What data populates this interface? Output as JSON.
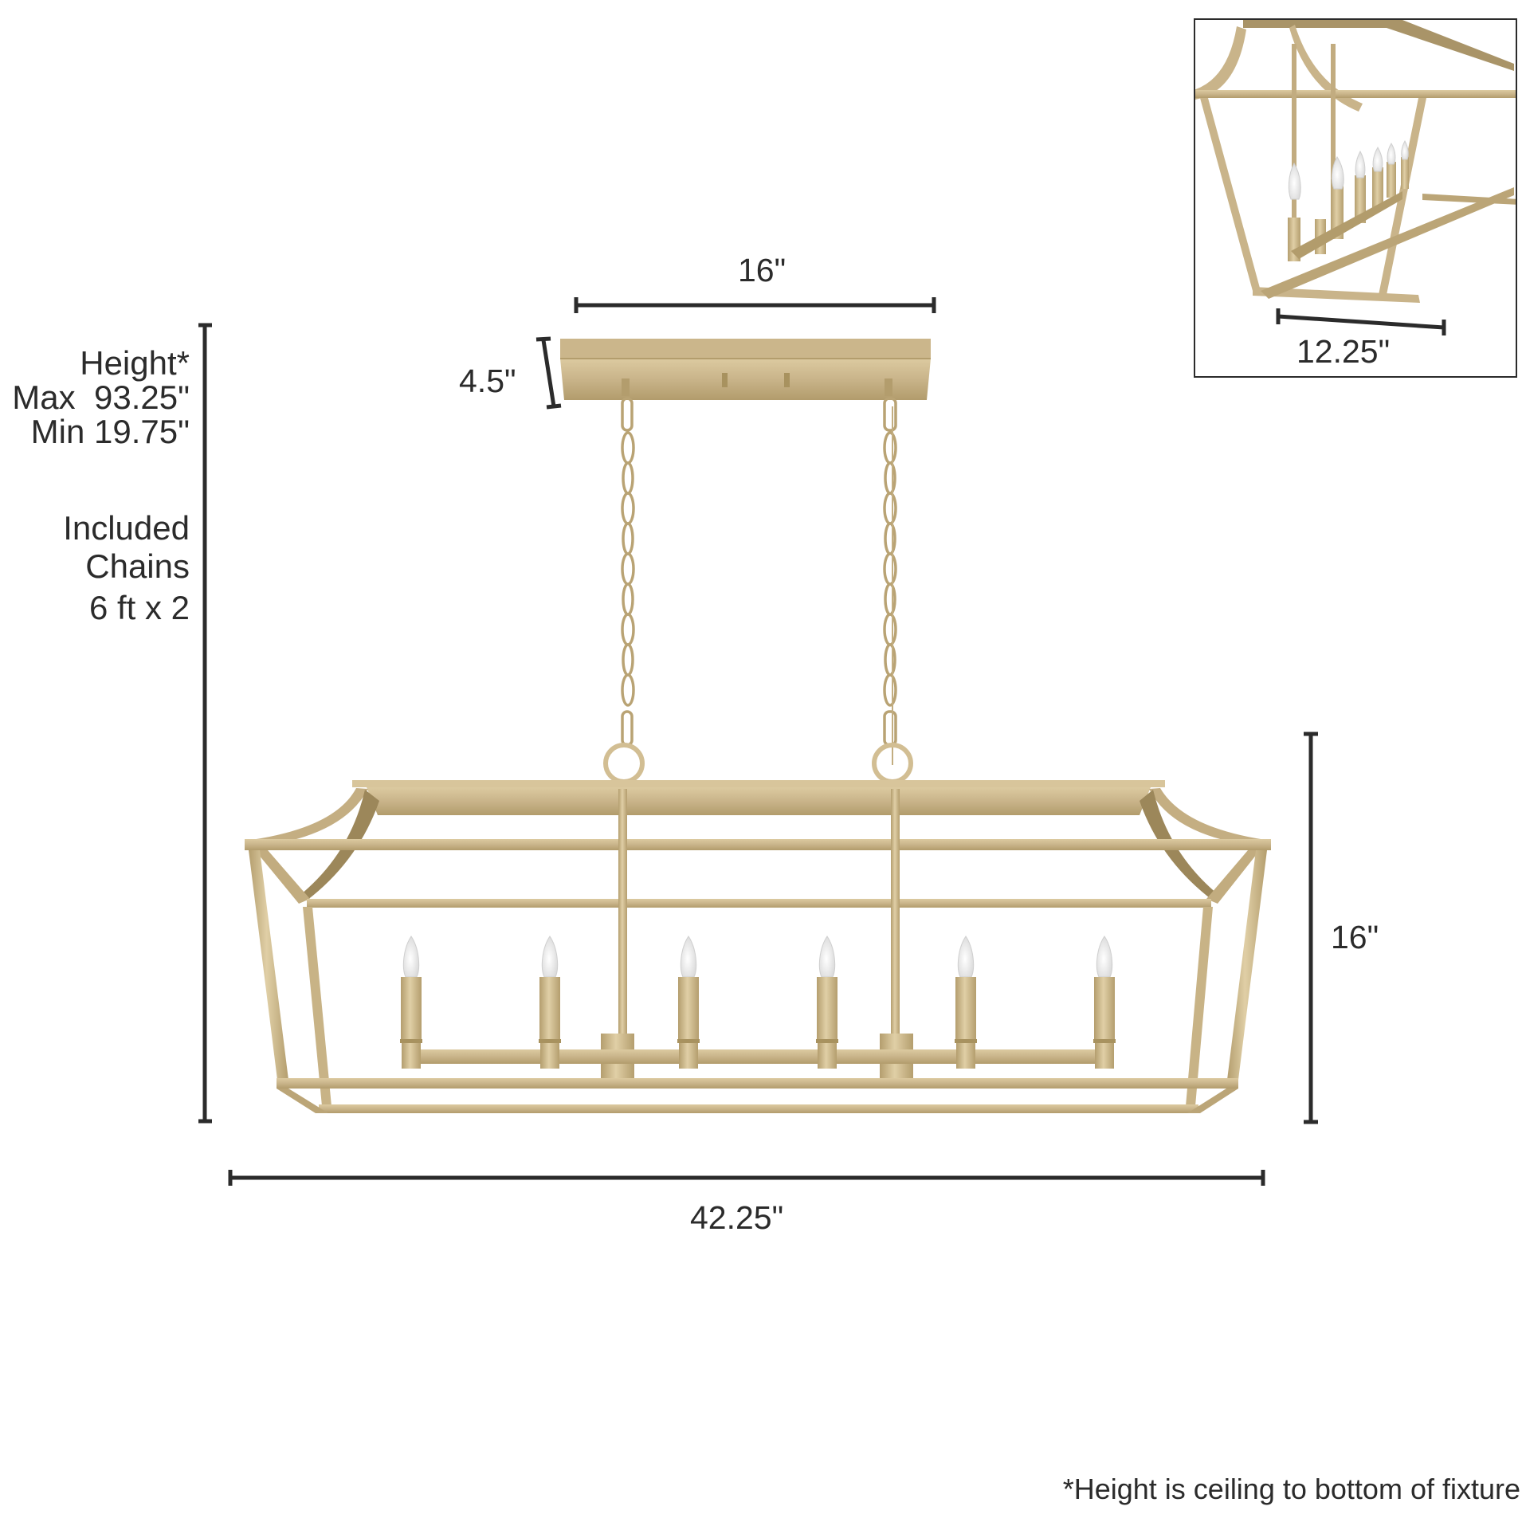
{
  "product": {
    "type": "linear lantern chandelier",
    "light_count": 6,
    "finish_color": "#c9b48a"
  },
  "dimensions": {
    "canopy_width": "16\"",
    "canopy_height": "4.5\"",
    "fixture_width": "42.25\"",
    "fixture_height": "16\"",
    "fixture_depth": "12.25\""
  },
  "height_info": {
    "title": "Height*",
    "max": "Max  93.25\"",
    "min": "Min 19.75\""
  },
  "chain_info": {
    "line1": "Included",
    "line2": "Chains",
    "line3": "6 ft x 2"
  },
  "footnote": "*Height is ceiling to bottom of fixture",
  "colors": {
    "dimension_line": "#2b2b2b",
    "brass": "#c9b48a",
    "brass_dark": "#a8925f",
    "brass_light": "#dccaa0"
  }
}
